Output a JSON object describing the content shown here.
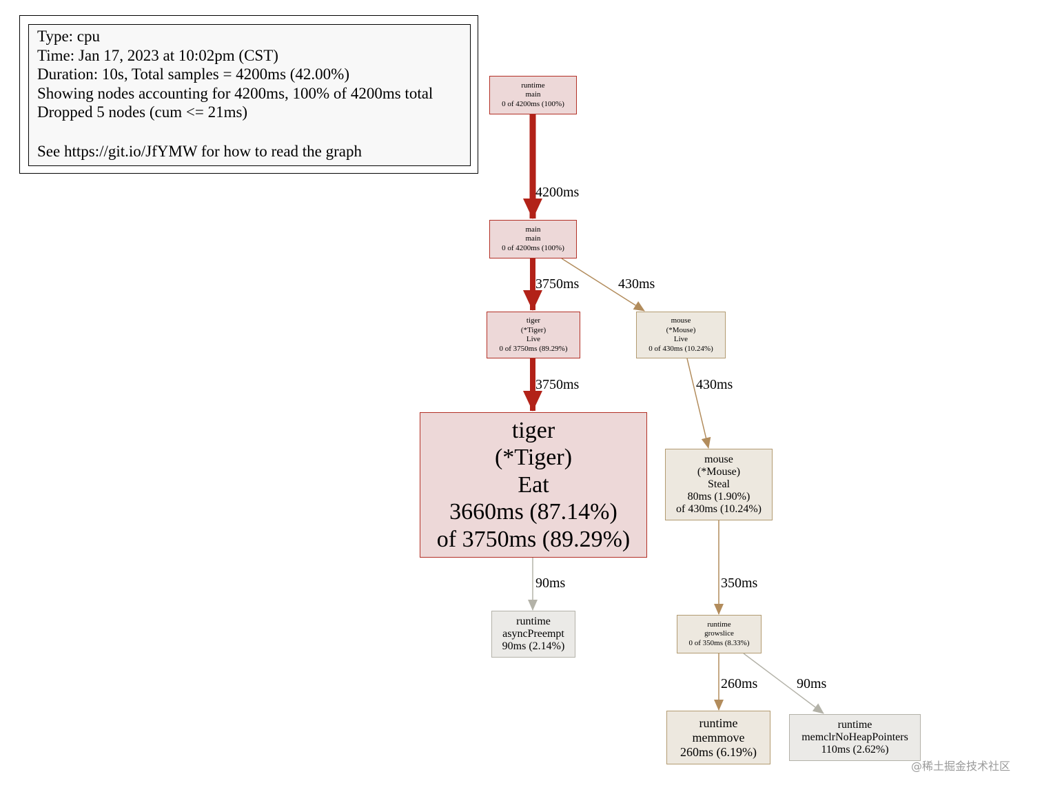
{
  "legend": {
    "type": "Type: cpu",
    "time": "Time: Jan 17, 2023 at 10:02pm (CST)",
    "duration": "Duration: 10s, Total samples = 4200ms (42.00%)",
    "showing": "Showing nodes accounting for 4200ms, 100% of 4200ms total",
    "dropped": "Dropped 5 nodes (cum <= 21ms)",
    "help": "See https://git.io/JfYMW for how to read the graph"
  },
  "nodes": {
    "runtime_main": [
      "runtime",
      "main",
      "0 of 4200ms (100%)"
    ],
    "main_main": [
      "main",
      "main",
      "0 of 4200ms (100%)"
    ],
    "tiger_live": [
      "tiger",
      "(*Tiger)",
      "Live",
      "0 of 3750ms (89.29%)"
    ],
    "mouse_live": [
      "mouse",
      "(*Mouse)",
      "Live",
      "0 of 430ms (10.24%)"
    ],
    "tiger_eat": [
      "tiger",
      "(*Tiger)",
      "Eat",
      "3660ms (87.14%)",
      "of 3750ms (89.29%)"
    ],
    "mouse_steal": [
      "mouse",
      "(*Mouse)",
      "Steal",
      "80ms (1.90%)",
      "of 430ms (10.24%)"
    ],
    "async_preempt": [
      "runtime",
      "asyncPreempt",
      "90ms (2.14%)"
    ],
    "growslice": [
      "runtime",
      "growslice",
      "0 of 350ms (8.33%)"
    ],
    "memmove": [
      "runtime",
      "memmove",
      "260ms (6.19%)"
    ],
    "memclr": [
      "runtime",
      "memclrNoHeapPointers",
      "110ms (2.62%)"
    ]
  },
  "edges": {
    "main_to_main": "4200ms",
    "main_to_tiger_live": "3750ms",
    "main_to_mouse_live": "430ms",
    "tiger_live_to_eat": "3750ms",
    "mouse_live_to_steal": "430ms",
    "eat_to_async": "90ms",
    "steal_to_growslice": "350ms",
    "growslice_to_memmove": "260ms",
    "growslice_to_memclr": "90ms"
  },
  "colors": {
    "hot_edge": "#b22218",
    "warm_edge": "#b28c5c",
    "cool_edge": "#b3b2a8"
  },
  "watermark": "@稀土掘金技术社区"
}
